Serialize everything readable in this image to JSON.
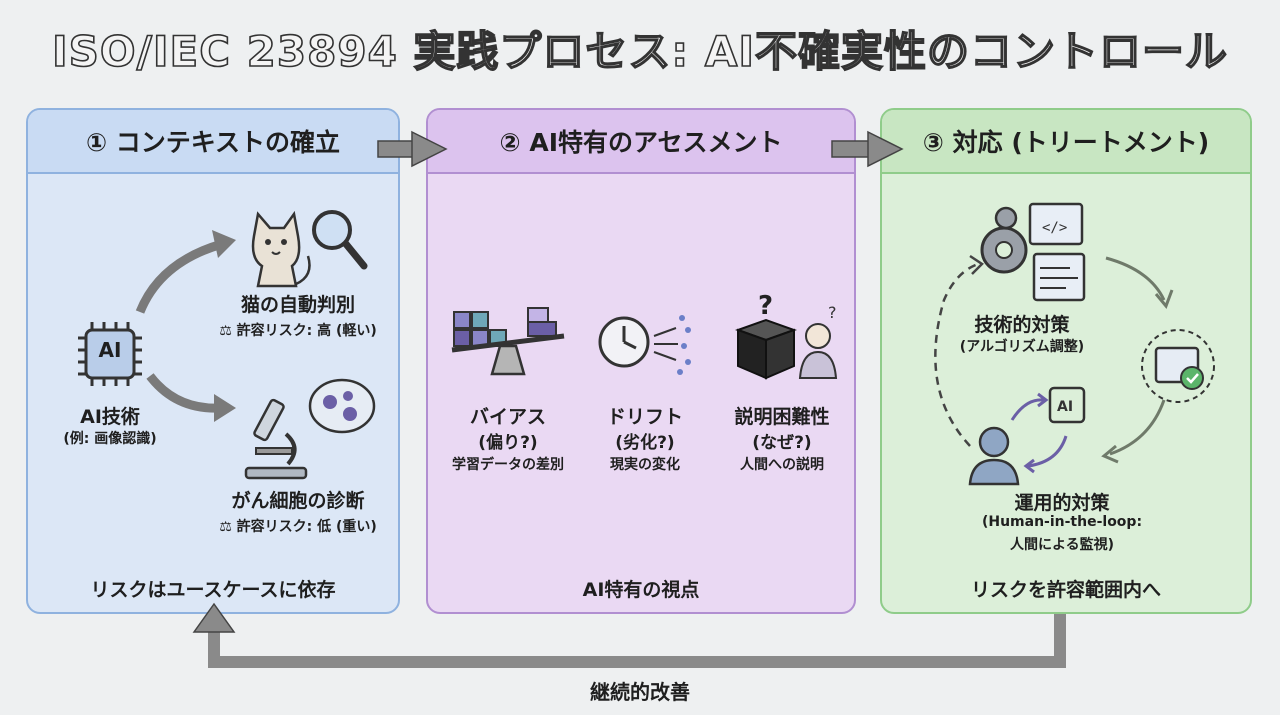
{
  "title": "ISO/IEC 23894 実践プロセス: AI不確実性のコントロール",
  "panel1": {
    "header": "① コンテキストの確立",
    "ai_badge": "AI",
    "ai_tech": "AI技術",
    "ai_tech_sub": "(例: 画像認識)",
    "case1_title": "猫の自動判別",
    "case1_risk": "許容リスク: 高 (軽い)",
    "case2_title": "がん細胞の診断",
    "case2_risk": "許容リスク: 低 (重い)",
    "footer": "リスクはユースケースに依存"
  },
  "panel2": {
    "header": "② AI特有のアセスメント",
    "bias_title": "バイアス",
    "bias_sub": "(偏り?)",
    "bias_desc": "学習データの差別",
    "drift_title": "ドリフト",
    "drift_sub": "(劣化?)",
    "drift_desc": "現実の変化",
    "explain_title": "説明困難性",
    "explain_sub": "(なぜ?)",
    "explain_desc": "人間への説明",
    "footer": "AI特有の視点"
  },
  "panel3": {
    "header": "③ 対応 (トリートメント)",
    "tech_title": "技術的対策",
    "tech_sub": "(アルゴリズム調整)",
    "ops_title": "運用的対策",
    "ops_sub1": "(Human-in-the-loop:",
    "ops_sub2": "人間による監視)",
    "ai_badge": "AI",
    "footer": "リスクを許容範囲内へ"
  },
  "loop_label": "継続的改善",
  "colors": {
    "blue": "#8fb2df",
    "purple": "#b18fd1",
    "green": "#8fcc8a",
    "arrow": "#7a7a7a"
  }
}
